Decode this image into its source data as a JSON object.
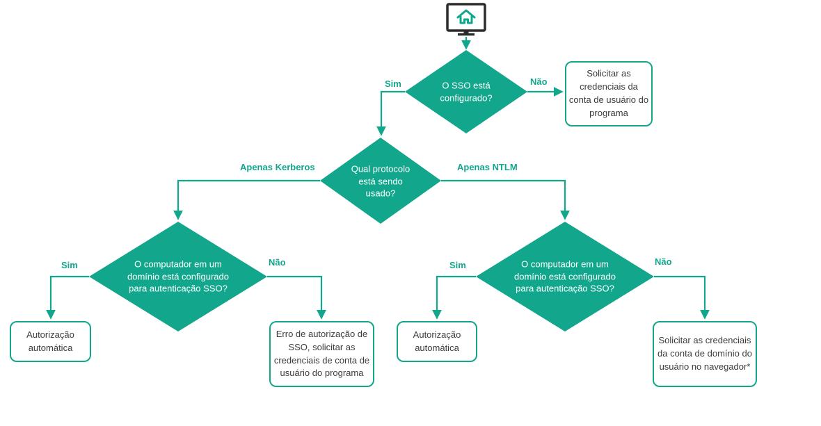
{
  "colors": {
    "teal": "#12A78C",
    "icon_dark": "#2B2B2B",
    "box_text": "#3C3C3C",
    "background": "#FFFFFF"
  },
  "start": {
    "icon": "monitor-home-icon"
  },
  "decisions": [
    {
      "id": "sso-configured",
      "question": "O SSO está configurado?",
      "left_label": "Sim",
      "right_label": "Não"
    },
    {
      "id": "protocol-used",
      "question": "Qual protocolo está sendo usado?",
      "left_label": "Apenas Kerberos",
      "right_label": "Apenas NTLM"
    },
    {
      "id": "domain-sso-kerberos",
      "question": "O computador em um domínio está configurado para autenticação SSO?",
      "left_label": "Sim",
      "right_label": "Não"
    },
    {
      "id": "domain-sso-ntlm",
      "question": "O computador em um domínio está configurado para autenticação SSO?",
      "left_label": "Sim",
      "right_label": "Não"
    }
  ],
  "results": [
    {
      "id": "ask-program-credentials",
      "label": "Solicitar as credenciais da conta de usuário do programa"
    },
    {
      "id": "auto-auth-kerberos",
      "label": "Autorização automática"
    },
    {
      "id": "sso-auth-error",
      "label": "Erro de autorização de SSO, solicitar as credenciais de conta de usuário do programa"
    },
    {
      "id": "auto-auth-ntlm",
      "label": "Autorização automática"
    },
    {
      "id": "ask-domain-credentials-browser",
      "label": "Solicitar as credenciais da conta de domínio do usuário no navegador*"
    }
  ]
}
